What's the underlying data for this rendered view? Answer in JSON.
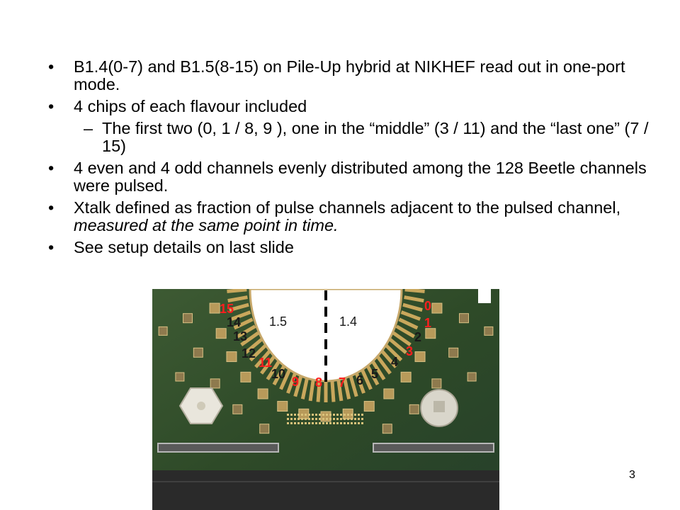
{
  "bullets": [
    {
      "mark": "•",
      "text": "B1.4(0-7) and B1.5(8-15) on Pile-Up hybrid at NIKHEF read out in one-port mode."
    },
    {
      "mark": "•",
      "text": "4 chips of each flavour included"
    },
    {
      "mark": "–",
      "text": "The first two (0, 1 / 8, 9 ), one in the “middle” (3 / 11) and the “last one” (7 / 15)",
      "sub": true
    },
    {
      "mark": "•",
      "text": "4 even and 4 odd channels evenly distributed among the 128 Beetle channels were pulsed."
    },
    {
      "mark": "•",
      "text": "Xtalk defined as fraction of pulse channels adjacent to the pulsed channel, ",
      "italic": "measured at the same point in time."
    },
    {
      "mark": "•",
      "text": "See setup details on last slide"
    }
  ],
  "photo": {
    "sensor_left": "1.5",
    "sensor_right": "1.4",
    "chip_labels": [
      {
        "text": "15",
        "color": "#ff1e1e"
      },
      {
        "text": "14",
        "color": "#1a1a1a"
      },
      {
        "text": "13",
        "color": "#1a1a1a"
      },
      {
        "text": "12",
        "color": "#1a1a1a"
      },
      {
        "text": "11",
        "color": "#ff1e1e"
      },
      {
        "text": "10",
        "color": "#1a1a1a"
      },
      {
        "text": "9",
        "color": "#ff1e1e"
      },
      {
        "text": "8",
        "color": "#ff1e1e"
      },
      {
        "text": "7",
        "color": "#ff1e1e"
      },
      {
        "text": "6",
        "color": "#1a1a1a"
      },
      {
        "text": "5",
        "color": "#1a1a1a"
      },
      {
        "text": "4",
        "color": "#1a1a1a"
      },
      {
        "text": "3",
        "color": "#ff1e1e"
      },
      {
        "text": "2",
        "color": "#1a1a1a"
      },
      {
        "text": "1",
        "color": "#ff1e1e"
      },
      {
        "text": "0",
        "color": "#ff1e1e"
      }
    ]
  },
  "page_number": "3"
}
